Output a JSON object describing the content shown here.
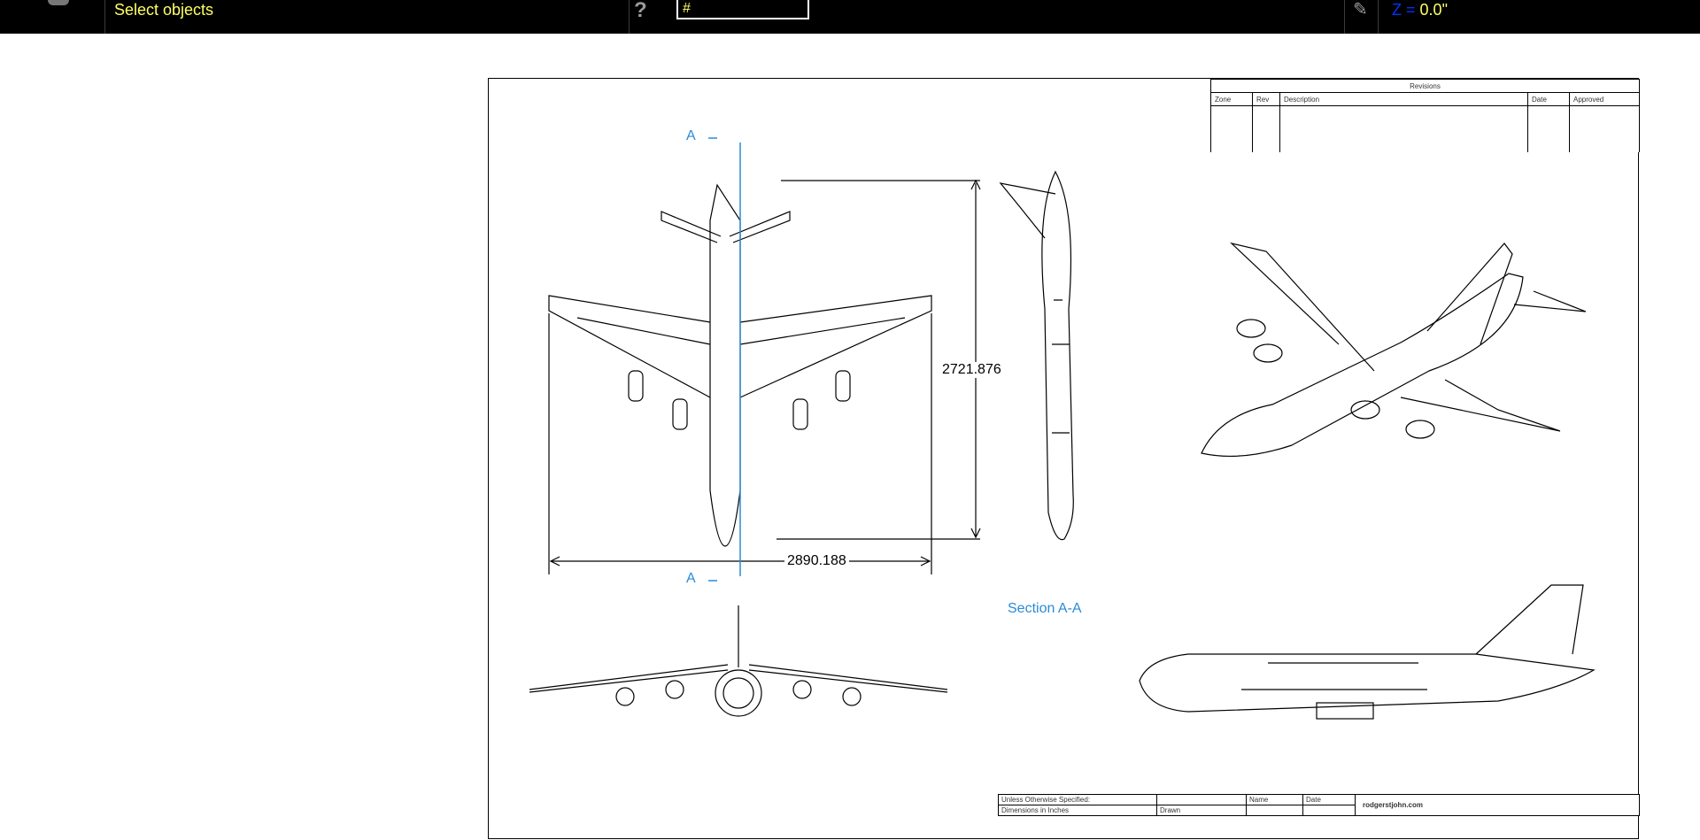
{
  "statusbar": {
    "prompt": "Select objects",
    "help_icon": "question-icon",
    "command_value": "#",
    "pen_icon": "pencil-icon",
    "z_label": "Z",
    "z_equals": "=",
    "z_value": "0.0\""
  },
  "drawing": {
    "section_marker_top": "A",
    "section_marker_bottom": "A",
    "section_label": "Section A-A",
    "dim_height": "2721.876",
    "dim_width": "2890.188"
  },
  "revisions": {
    "title": "Revisions",
    "headers": [
      "Zone",
      "Rev",
      "Description",
      "Date",
      "Approved"
    ]
  },
  "title_block": {
    "spec_heading": "Unless Otherwise Specified:",
    "spec_line": "Dimensions in Inches",
    "name_header": "Name",
    "date_header": "Date",
    "drawn_label": "Drawn",
    "company": "rodgerstjohn.com"
  },
  "colors": {
    "statusbar_bg": "#000000",
    "prompt_text": "#ffff66",
    "z_letter": "#0033ff",
    "section_line": "#2a8bd8"
  }
}
